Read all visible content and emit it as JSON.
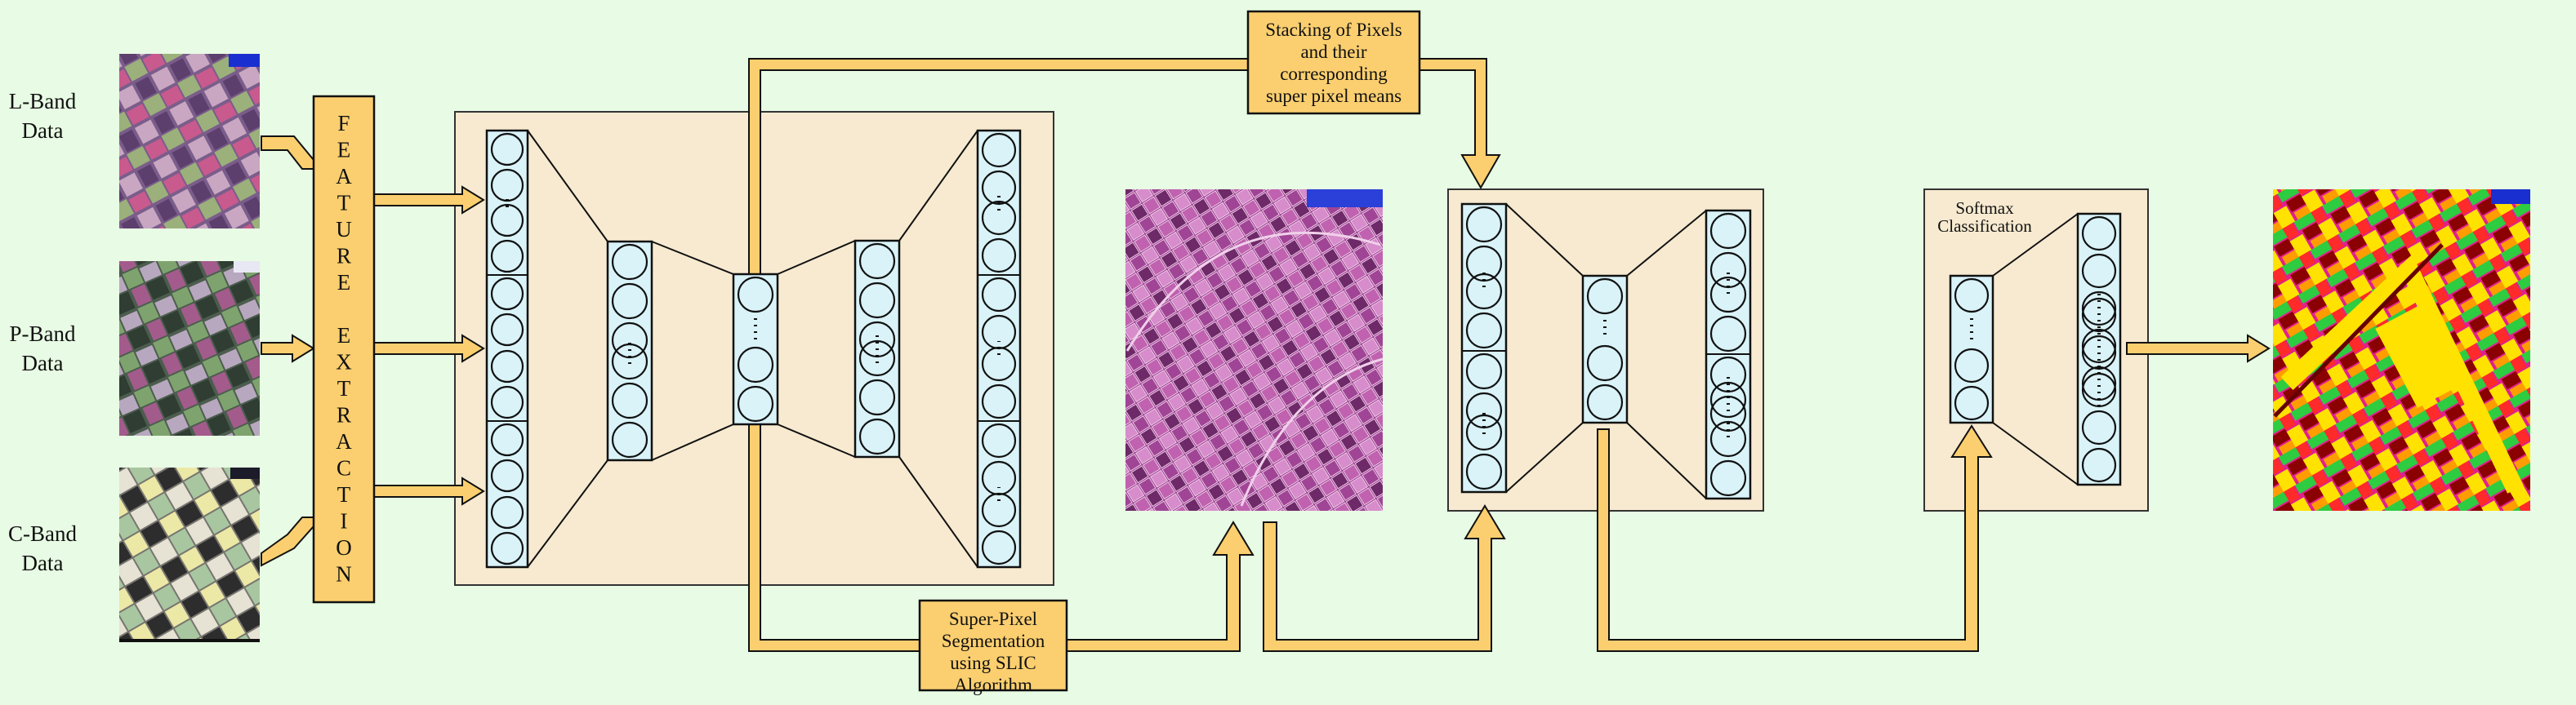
{
  "inputs": {
    "l_band": [
      "L-Band",
      "Data"
    ],
    "p_band": [
      "P-Band",
      "Data"
    ],
    "c_band": [
      "C-Band",
      "Data"
    ]
  },
  "feature_extraction": {
    "letters": [
      "F",
      "E",
      "A",
      "T",
      "U",
      "R",
      "E",
      "",
      "E",
      "X",
      "T",
      "R",
      "A",
      "C",
      "T",
      "I",
      "O",
      "N"
    ]
  },
  "callouts": {
    "stacking": [
      "Stacking of Pixels",
      "and their",
      "corresponding",
      "super pixel means"
    ],
    "superpixel": [
      "Super-Pixel",
      "Segmentation",
      "using SLIC",
      "Algorithm"
    ],
    "softmax": [
      "Softmax",
      "Classification"
    ]
  },
  "colors": {
    "background": "#e8fbe4",
    "panel_fill": "#f7ead0",
    "panel_stroke": "#333333",
    "layer_fill": "#d9f3f8",
    "arrow_fill": "#fbcf6f",
    "callout_fill": "#fbcf6f",
    "map_purple": "#a03a9a",
    "map_pink": "#e0208e",
    "map_yellow": "#ffe200"
  }
}
